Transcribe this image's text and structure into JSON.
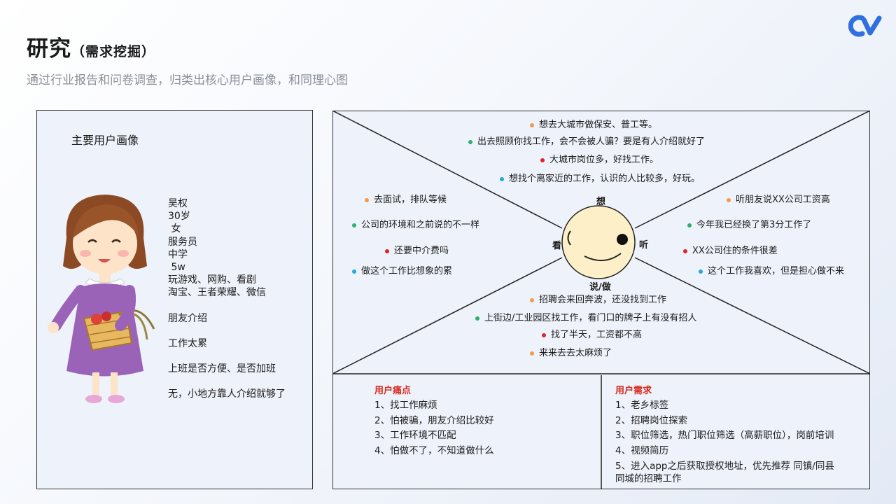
{
  "header": {
    "title": "研究",
    "title_sub": "（需求挖掘）",
    "subtitle": "通过行业报告和问卷调查，归类出核心用户画像，和同理心图"
  },
  "persona": {
    "title": "主要用户画像",
    "lines": [
      "吴权",
      "30岁",
      " 女",
      "服务员",
      "中学",
      " 5w",
      "玩游戏、网购、看剧",
      "淘宝、王者荣耀、微信",
      "",
      "朋友介绍",
      "",
      "工作太累",
      "",
      "上班是否方便、是否加班",
      "",
      "无，小地方靠人介绍就够了"
    ]
  },
  "empathy_map": {
    "labels": {
      "think": "想",
      "see": "看",
      "hear": "听",
      "say_do": "说/做"
    },
    "think": [
      {
        "text": "想去大城市做保安、普工等。",
        "color": "orange"
      },
      {
        "text": "出去照顾你找工作，会不会被人骗？要是有人介绍就好了",
        "color": "green"
      },
      {
        "text": "大城市岗位多，好找工作。",
        "color": "red"
      },
      {
        "text": "想找个离家近的工作，认识的人比较多，好玩。",
        "color": "blue"
      }
    ],
    "see": [
      {
        "text": "去面试，排队等候",
        "color": "orange"
      },
      {
        "text": "公司的环境和之前说的不一样",
        "color": "green"
      },
      {
        "text": "还要中介费吗",
        "color": "red"
      },
      {
        "text": "做这个工作比想象的累",
        "color": "blue"
      }
    ],
    "hear": [
      {
        "text": "听朋友说XX公司工资高",
        "color": "orange"
      },
      {
        "text": "今年我已经换了第3分工作了",
        "color": "green"
      },
      {
        "text": "XX公司住的条件很差",
        "color": "red"
      },
      {
        "text": "这个工作我喜欢，但是担心做不来",
        "color": "blue"
      }
    ],
    "say_do": [
      {
        "text": "招聘会来回奔波，还没找到工作",
        "color": "orange"
      },
      {
        "text": "上街边/工业园区找工作，看门口的牌子上有没有招人",
        "color": "green"
      },
      {
        "text": "找了半天，工资都不高",
        "color": "red"
      },
      {
        "text": "来来去去太麻烦了",
        "color": "orange"
      }
    ]
  },
  "pain_points": {
    "title": "用户痛点",
    "items": [
      "1、找工作麻烦",
      "2、怕被骗，朋友介绍比较好",
      "3、工作环境不匹配",
      "4、怕做不了，不知道做什么"
    ]
  },
  "needs": {
    "title": "用户需求",
    "items": [
      "1、老乡标签",
      "2、招聘岗位探索",
      "3、职位筛选，热门职位筛选（高薪职位），岗前培训",
      "4、视频简历",
      "5、进入app之后获取授权地址，优先推荐 同镇/同县",
      "同城的招聘工作"
    ]
  },
  "colors": {
    "orange": "#f29b4a",
    "green": "#2db06b",
    "red": "#e02424",
    "blue": "#22a8e0",
    "accent": "#d62a1f",
    "logo": "#2f6fe0"
  }
}
